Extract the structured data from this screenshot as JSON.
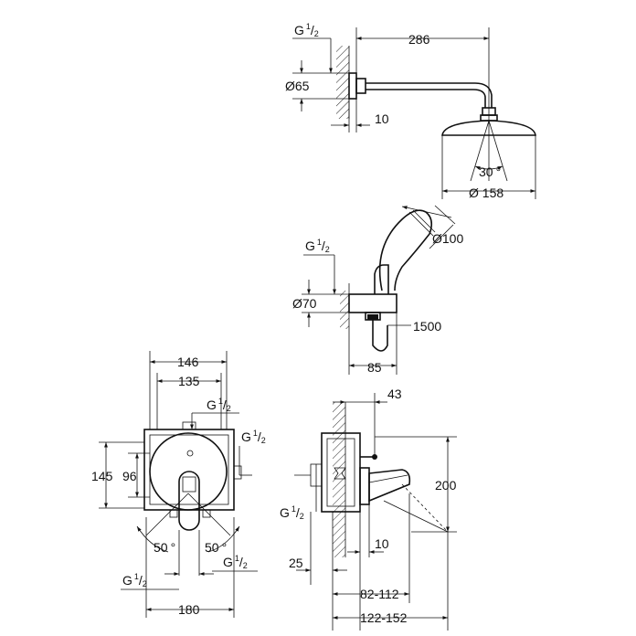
{
  "overhead_shower": {
    "thread_prefix": "G",
    "thread_num": "1",
    "thread_den": "2",
    "arm_length": "286",
    "flange_diameter": "Ø65",
    "wall_offset": "10",
    "spray_angle": "30",
    "degree_symbol": "°",
    "head_diameter": "Ø 158"
  },
  "hand_shower": {
    "thread_prefix": "G",
    "thread_num": "1",
    "thread_den": "2",
    "head_diameter": "Ø100",
    "outlet_diameter": "Ø70",
    "hose_length": "1500",
    "projection": "85"
  },
  "mixer_front": {
    "width_outer": "146",
    "width_inner": "135",
    "height_outer": "145",
    "height_inner": "96",
    "thread_prefix": "G",
    "thread_num": "1",
    "thread_den": "2",
    "angle_left": "50",
    "angle_right": "50",
    "degree_symbol": "°",
    "bottom_width": "180"
  },
  "mixer_side": {
    "top_offset": "43",
    "height": "200",
    "thread_prefix": "G",
    "thread_num": "1",
    "thread_den": "2",
    "left_offset": "25",
    "wall_offset": "10",
    "depth_range_1": "82-112",
    "depth_range_2": "122-152"
  }
}
